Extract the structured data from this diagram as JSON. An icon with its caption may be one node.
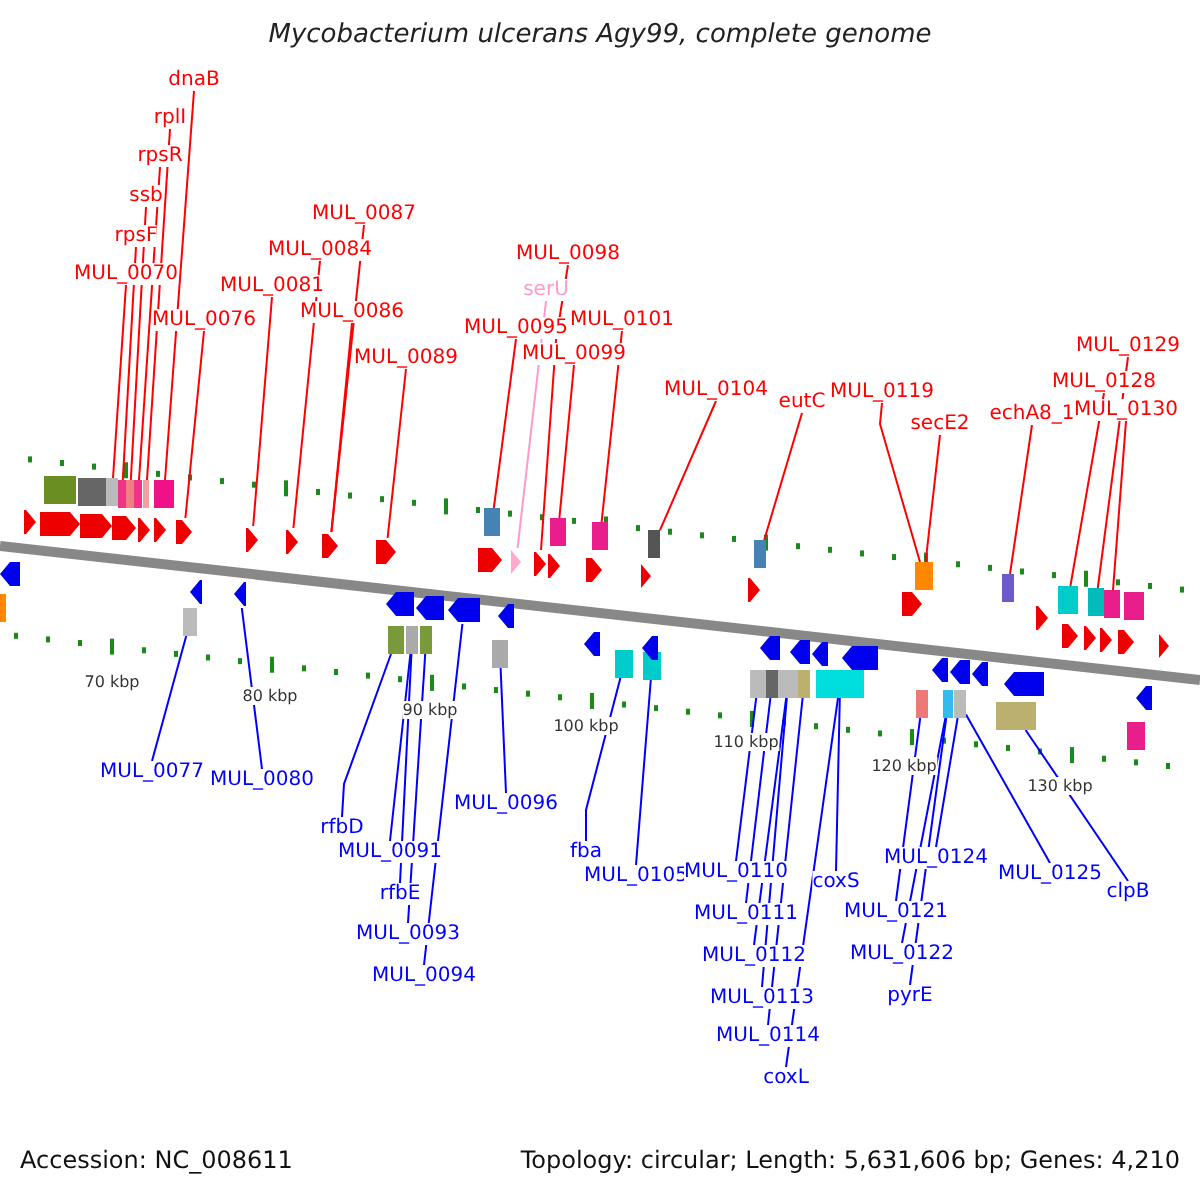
{
  "diagram": {
    "title": "Mycobacterium ulcerans Agy99, complete genome",
    "nodes": [
      {
        "text": [
          "MUL_0070"
        ]
      },
      {
        "text": [
          "rpsF"
        ]
      },
      {
        "text": [
          "ssb"
        ]
      },
      {
        "text": [
          "rpsR"
        ]
      },
      {
        "text": [
          "rplI"
        ]
      },
      {
        "text": [
          "dnaB"
        ]
      },
      {
        "text": [
          "MUL_0076"
        ]
      },
      {
        "text": [
          "MUL_0081"
        ]
      },
      {
        "text": [
          "MUL_0084"
        ]
      },
      {
        "text": [
          "MUL_0087"
        ]
      },
      {
        "text": [
          "MUL_0086"
        ]
      },
      {
        "text": [
          "MUL_0089"
        ]
      },
      {
        "text": [
          "MUL_0095"
        ]
      },
      {
        "text": [
          "serU"
        ]
      },
      {
        "text": [
          "MUL_0098"
        ]
      },
      {
        "text": [
          "MUL_0099"
        ]
      },
      {
        "text": [
          "MUL_0101"
        ]
      },
      {
        "text": [
          "MUL_0104"
        ]
      },
      {
        "text": [
          "eutC"
        ]
      },
      {
        "text": [
          "MUL_0119"
        ]
      },
      {
        "text": [
          "secE2"
        ]
      },
      {
        "text": [
          "echA8_1"
        ]
      },
      {
        "text": [
          "MUL_0129"
        ]
      },
      {
        "text": [
          "MUL_0128"
        ]
      },
      {
        "text": [
          "MUL_0130"
        ]
      },
      {
        "text": [
          "MUL_0077"
        ]
      },
      {
        "text": [
          "MUL_0080"
        ]
      },
      {
        "text": [
          "rfbD"
        ]
      },
      {
        "text": [
          "MUL_0091"
        ]
      },
      {
        "text": [
          "rfbE"
        ]
      },
      {
        "text": [
          "MUL_0093"
        ]
      },
      {
        "text": [
          "MUL_0094"
        ]
      },
      {
        "text": [
          "MUL_0096"
        ]
      },
      {
        "text": [
          "fba"
        ]
      },
      {
        "text": [
          "MUL_0105"
        ]
      },
      {
        "text": [
          "MUL_0110"
        ]
      },
      {
        "text": [
          "MUL_0111"
        ]
      },
      {
        "text": [
          "MUL_0112"
        ]
      },
      {
        "text": [
          "MUL_0113"
        ]
      },
      {
        "text": [
          "MUL_0114"
        ]
      },
      {
        "text": [
          "coxL"
        ]
      },
      {
        "text": [
          "coxS"
        ]
      },
      {
        "text": [
          "MUL_0124"
        ]
      },
      {
        "text": [
          "MUL_0121"
        ]
      },
      {
        "text": [
          "MUL_0122"
        ]
      },
      {
        "text": [
          "pyrE"
        ]
      },
      {
        "text": [
          "MUL_0125"
        ]
      },
      {
        "text": [
          "clpB"
        ]
      },
      {
        "text": [],
        "shape": "box"
      },
      {
        "text": [],
        "shape": "box"
      },
      {
        "text": [],
        "shape": "box"
      },
      {
        "text": [],
        "shape": "box"
      },
      {
        "text": [],
        "shape": "box"
      },
      {
        "text": [],
        "shape": "box"
      },
      {
        "text": [],
        "shape": "pentagon"
      },
      {
        "text": [],
        "shape": "pentagon"
      },
      {
        "text": [],
        "shape": "pentagon"
      },
      {
        "text": [],
        "shape": "pentagon"
      },
      {
        "text": [],
        "shape": "pentagon"
      },
      {
        "text": [],
        "shape": "box"
      },
      {
        "text": [],
        "shape": "pentagon"
      },
      {
        "text": [],
        "shape": "pentagon"
      },
      {
        "text": [],
        "shape": "box"
      },
      {
        "text": [],
        "shape": "box"
      },
      {
        "text": [],
        "shape": "box"
      },
      {
        "text": [],
        "shape": "box"
      },
      {
        "text": [],
        "shape": "box"
      },
      {
        "text": [],
        "shape": "box"
      },
      {
        "text": [],
        "shape": "box"
      },
      {
        "text": [],
        "shape": "box"
      },
      {
        "text": [],
        "shape": "box"
      },
      {
        "text": [],
        "shape": "box"
      },
      {
        "text": [],
        "shape": "pentagon"
      },
      {
        "text": [],
        "shape": "box"
      },
      {
        "text": [],
        "shape": "box"
      },
      {
        "text": [],
        "shape": "box"
      },
      {
        "text": [],
        "shape": "pentagon"
      },
      {
        "text": [],
        "shape": "box"
      },
      {
        "text": [],
        "shape": "box"
      },
      {
        "text": [],
        "shape": "box"
      },
      {
        "text": [],
        "shape": "box"
      },
      {
        "text": [],
        "shape": "box"
      },
      {
        "text": [],
        "shape": "box"
      },
      {
        "text": [],
        "shape": "box"
      },
      {
        "text": [],
        "shape": "box"
      },
      {
        "text": [],
        "shape": "box"
      },
      {
        "text": [],
        "shape": "box"
      },
      {
        "text": [],
        "shape": "box"
      },
      {
        "text": [],
        "shape": "box"
      },
      {
        "text": [],
        "shape": "pentagon"
      },
      {
        "text": [],
        "shape": "pentagon"
      },
      {
        "text": [],
        "shape": "pentagon"
      },
      {
        "text": [],
        "shape": "pentagon"
      },
      {
        "text": [],
        "shape": "pentagon"
      },
      {
        "text": [],
        "shape": "pentagon"
      },
      {
        "text": [],
        "shape": "pentagon"
      },
      {
        "text": [],
        "shape": "pentagon"
      },
      {
        "text": [],
        "shape": "pentagon"
      },
      {
        "text": [],
        "shape": "pentagon"
      },
      {
        "text": [],
        "shape": "pentagon"
      },
      {
        "text": [],
        "shape": "pentagon"
      },
      {
        "text": [],
        "shape": "pentagon"
      },
      {
        "text": [],
        "shape": "pentagon"
      },
      {
        "text": [],
        "shape": "pentagon"
      },
      {
        "text": [],
        "shape": "pentagon"
      },
      {
        "text": [],
        "shape": "pentagon"
      },
      {
        "text": [],
        "shape": "pentagon"
      },
      {
        "text": [],
        "shape": "pentagon"
      },
      {
        "text": [],
        "shape": "pentagon"
      },
      {
        "text": [],
        "shape": "pentagon"
      },
      {
        "text": [],
        "shape": "pentagon"
      },
      {
        "text": [],
        "shape": "pentagon"
      },
      {
        "text": [],
        "shape": "pentagon"
      },
      {
        "text": [],
        "shape": "pentagon"
      },
      {
        "text": [],
        "shape": "pentagon"
      },
      {
        "text": [],
        "shape": "pentagon"
      },
      {
        "text": [],
        "shape": "pentagon"
      },
      {
        "text": [],
        "shape": "pentagon"
      },
      {
        "text": [],
        "shape": "pentagon"
      },
      {
        "text": [],
        "shape": "pentagon"
      },
      {
        "text": [],
        "shape": "pentagon"
      },
      {
        "text": [],
        "shape": "pentagon"
      },
      {
        "text": [],
        "shape": "pentagon"
      },
      {
        "text": [],
        "shape": "box"
      },
      {
        "text": [],
        "shape": "box"
      },
      {
        "text": [],
        "shape": "box"
      },
      {
        "text": [],
        "shape": "box"
      },
      {
        "text": [],
        "shape": "box"
      }
    ],
    "edges": [
      {
        "from": 0,
        "to": 48,
        "arrow": "none"
      },
      {
        "from": 1,
        "to": 49,
        "arrow": "none"
      },
      {
        "from": 2,
        "to": 50,
        "arrow": "none"
      },
      {
        "from": 3,
        "to": 51,
        "arrow": "none"
      },
      {
        "from": 4,
        "to": 52,
        "arrow": "none"
      },
      {
        "from": 5,
        "to": 53,
        "arrow": "none"
      },
      {
        "from": 6,
        "to": 54,
        "arrow": "none"
      },
      {
        "from": 7,
        "to": 55,
        "arrow": "none"
      },
      {
        "from": 8,
        "to": 56,
        "arrow": "none"
      },
      {
        "from": 9,
        "to": 57,
        "arrow": "none"
      },
      {
        "from": 10,
        "to": 57,
        "arrow": "none"
      },
      {
        "from": 11,
        "to": 58,
        "arrow": "none"
      },
      {
        "from": 12,
        "to": 59,
        "arrow": "none"
      },
      {
        "from": 13,
        "to": 60,
        "arrow": "none",
        "color": "#ff99cc"
      },
      {
        "from": 14,
        "to": 61,
        "arrow": "none"
      },
      {
        "from": 15,
        "to": 62,
        "arrow": "none"
      },
      {
        "from": 16,
        "to": 63,
        "arrow": "none"
      },
      {
        "from": 17,
        "to": 64,
        "arrow": "none"
      },
      {
        "from": 18,
        "to": 65,
        "arrow": "none"
      },
      {
        "from": 19,
        "to": 66,
        "arrow": "none"
      },
      {
        "from": 20,
        "to": 66,
        "arrow": "none"
      },
      {
        "from": 21,
        "to": 67,
        "arrow": "none"
      },
      {
        "from": 22,
        "to": 69,
        "arrow": "none"
      },
      {
        "from": 23,
        "to": 68,
        "arrow": "none"
      },
      {
        "from": 24,
        "to": 70,
        "arrow": "none"
      },
      {
        "from": 25,
        "to": 71,
        "arrow": "none",
        "color": "#0000ff"
      },
      {
        "from": 26,
        "to": 72,
        "arrow": "none",
        "color": "#0000ff"
      },
      {
        "from": 27,
        "to": 73,
        "arrow": "none",
        "color": "#0000ff"
      },
      {
        "from": 28,
        "to": 74,
        "arrow": "none",
        "color": "#0000ff"
      },
      {
        "from": 29,
        "to": 74,
        "arrow": "none",
        "color": "#0000ff"
      },
      {
        "from": 30,
        "to": 75,
        "arrow": "none",
        "color": "#0000ff"
      },
      {
        "from": 31,
        "to": 76,
        "arrow": "none",
        "color": "#0000ff"
      },
      {
        "from": 32,
        "to": 77,
        "arrow": "none",
        "color": "#0000ff"
      },
      {
        "from": 33,
        "to": 78,
        "arrow": "none",
        "color": "#0000ff"
      },
      {
        "from": 34,
        "to": 79,
        "arrow": "none",
        "color": "#0000ff"
      },
      {
        "from": 35,
        "to": 80,
        "arrow": "none",
        "color": "#0000ff"
      },
      {
        "from": 36,
        "to": 81,
        "arrow": "none",
        "color": "#0000ff"
      },
      {
        "from": 37,
        "to": 82,
        "arrow": "none",
        "color": "#0000ff"
      },
      {
        "from": 38,
        "to": 82,
        "arrow": "none",
        "color": "#0000ff"
      },
      {
        "from": 39,
        "to": 83,
        "arrow": "none",
        "color": "#0000ff"
      },
      {
        "from": 40,
        "to": 84,
        "arrow": "none",
        "color": "#0000ff"
      },
      {
        "from": 41,
        "to": 84,
        "arrow": "none",
        "color": "#0000ff"
      },
      {
        "from": 42,
        "to": 87,
        "arrow": "none",
        "color": "#0000ff"
      },
      {
        "from": 43,
        "to": 85,
        "arrow": "none",
        "color": "#0000ff"
      },
      {
        "from": 44,
        "to": 86,
        "arrow": "none",
        "color": "#0000ff"
      },
      {
        "from": 45,
        "to": 86,
        "arrow": "none",
        "color": "#0000ff"
      },
      {
        "from": 46,
        "to": 87,
        "arrow": "none",
        "color": "#0000ff"
      },
      {
        "from": 47,
        "to": 88,
        "arrow": "none",
        "color": "#0000ff"
      }
    ],
    "labels": [
      "70 kbp",
      "80 kbp",
      "90 kbp",
      "100 kbp",
      "110 kbp",
      "120 kbp",
      "130 kbp",
      "Accession: NC_008611",
      "Topology: circular; Length: 5,631,606 bp; Genes: 4,210"
    ]
  }
}
